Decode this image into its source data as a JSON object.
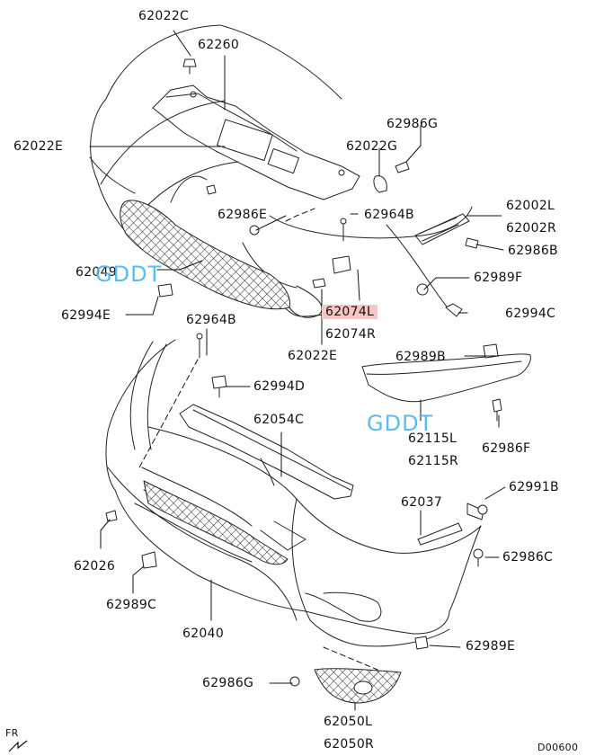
{
  "parts": {
    "p62022C": "62022C",
    "p62260": "62260",
    "p62022E_top": "62022E",
    "p62986G_top": "62986G",
    "p62022G": "62022G",
    "p62986E": "62986E",
    "p62964B_upper": "62964B",
    "p62002L": "62002L",
    "p62002R": "62002R",
    "p62986B": "62986B",
    "p62049": "62049",
    "p62989F": "62989F",
    "p62994E": "62994E",
    "p62074L": "62074L",
    "p62074R": "62074R",
    "p62994C": "62994C",
    "p62964B_lower": "62964B",
    "p62022E_mid": "62022E",
    "p62989B": "62989B",
    "p62994D": "62994D",
    "p62054C": "62054C",
    "p62115L": "62115L",
    "p62115R": "62115R",
    "p62986F": "62986F",
    "p62991B": "62991B",
    "p62037": "62037",
    "p62026": "62026",
    "p62986C": "62986C",
    "p62989C": "62989C",
    "p62040": "62040",
    "p62989E": "62989E",
    "p62986G_bottom": "62986G",
    "p62050L": "62050L",
    "p62050R": "62050R"
  },
  "highlight_color": "#f6c6c4",
  "watermarks": {
    "wm1": "GDDT",
    "wm2": "GDDT"
  },
  "corner": {
    "fr": "FR",
    "code": "D00600"
  }
}
